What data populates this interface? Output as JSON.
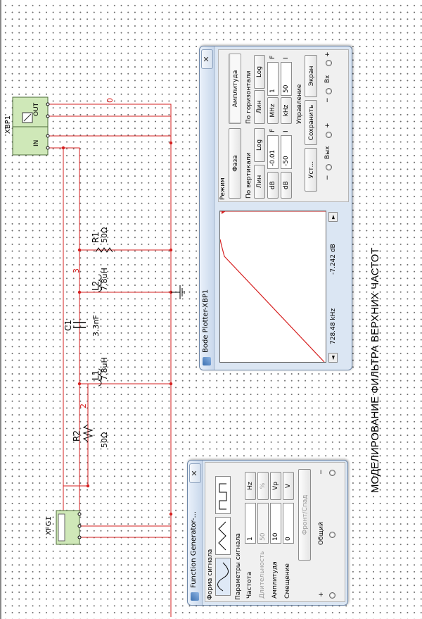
{
  "vertical_title": "МОДЕЛИРОВАНИЕ ФИЛЬТРА ВЕРХНИХ ЧАСТОТ",
  "schematic": {
    "bode_instrument": {
      "ref": "XBP1",
      "in_label": "IN",
      "out_label": "OUT"
    },
    "func_gen_instrument": {
      "ref": "XFG1"
    },
    "nets": {
      "n0": "0",
      "n2": "2",
      "n3": "3"
    },
    "components": {
      "r1": {
        "ref": "R1",
        "value": "50Ω"
      },
      "r2": {
        "ref": "R2",
        "value": "50Ω"
      },
      "l1": {
        "ref": "L1",
        "value": "7.8uH"
      },
      "l2": {
        "ref": "L2",
        "value": "7.8uH"
      },
      "c1": {
        "ref": "C1",
        "value": "3.3nF"
      }
    },
    "wire_color": "#d62020"
  },
  "bode_window": {
    "title": "Bode Plotter-XBP1",
    "mode_label": "Режим",
    "amplitude_btn": "Амплитуда",
    "phase_btn": "Фаза",
    "horizontal_label": "По горизонтали",
    "vertical_label": "По вертикали",
    "log_btn": "Log",
    "lin_btn": "Лин",
    "h_final": {
      "prefix": "F",
      "value": "1",
      "unit": "MHz"
    },
    "h_initial": {
      "prefix": "I",
      "value": "50",
      "unit": "kHz"
    },
    "v_final": {
      "prefix": "F",
      "value": "-0.01",
      "unit": "dB"
    },
    "v_initial": {
      "prefix": "I",
      "value": "-50",
      "unit": "dB"
    },
    "control_label": "Управление",
    "screen_btn": "Экран",
    "save_btn": "Сохранить",
    "set_btn": "Уст...",
    "in_label": "Вх",
    "out_label": "Вых",
    "plus": "+",
    "minus": "−",
    "readout_freq": "728.48 kHz",
    "readout_db": "-7.242 dB",
    "left_arrow": "◄",
    "right_arrow": "►"
  },
  "fg_window": {
    "title": "Function Generator-...",
    "waveform_label": "Форма сигнала",
    "params_label": "Параметры сигнала",
    "rows": [
      {
        "label": "Частота",
        "value": "1",
        "unit": "Hz",
        "disabled": false
      },
      {
        "label": "Длительность",
        "value": "50",
        "unit": "%",
        "disabled": true
      },
      {
        "label": "Амплитуда",
        "value": "10",
        "unit": "Vp",
        "disabled": false
      },
      {
        "label": "Смещение",
        "value": "0",
        "unit": "V",
        "disabled": false
      }
    ],
    "rise_fall_btn": "Фронт/Спад",
    "plus": "+",
    "common": "Общий",
    "minus": "−"
  }
}
